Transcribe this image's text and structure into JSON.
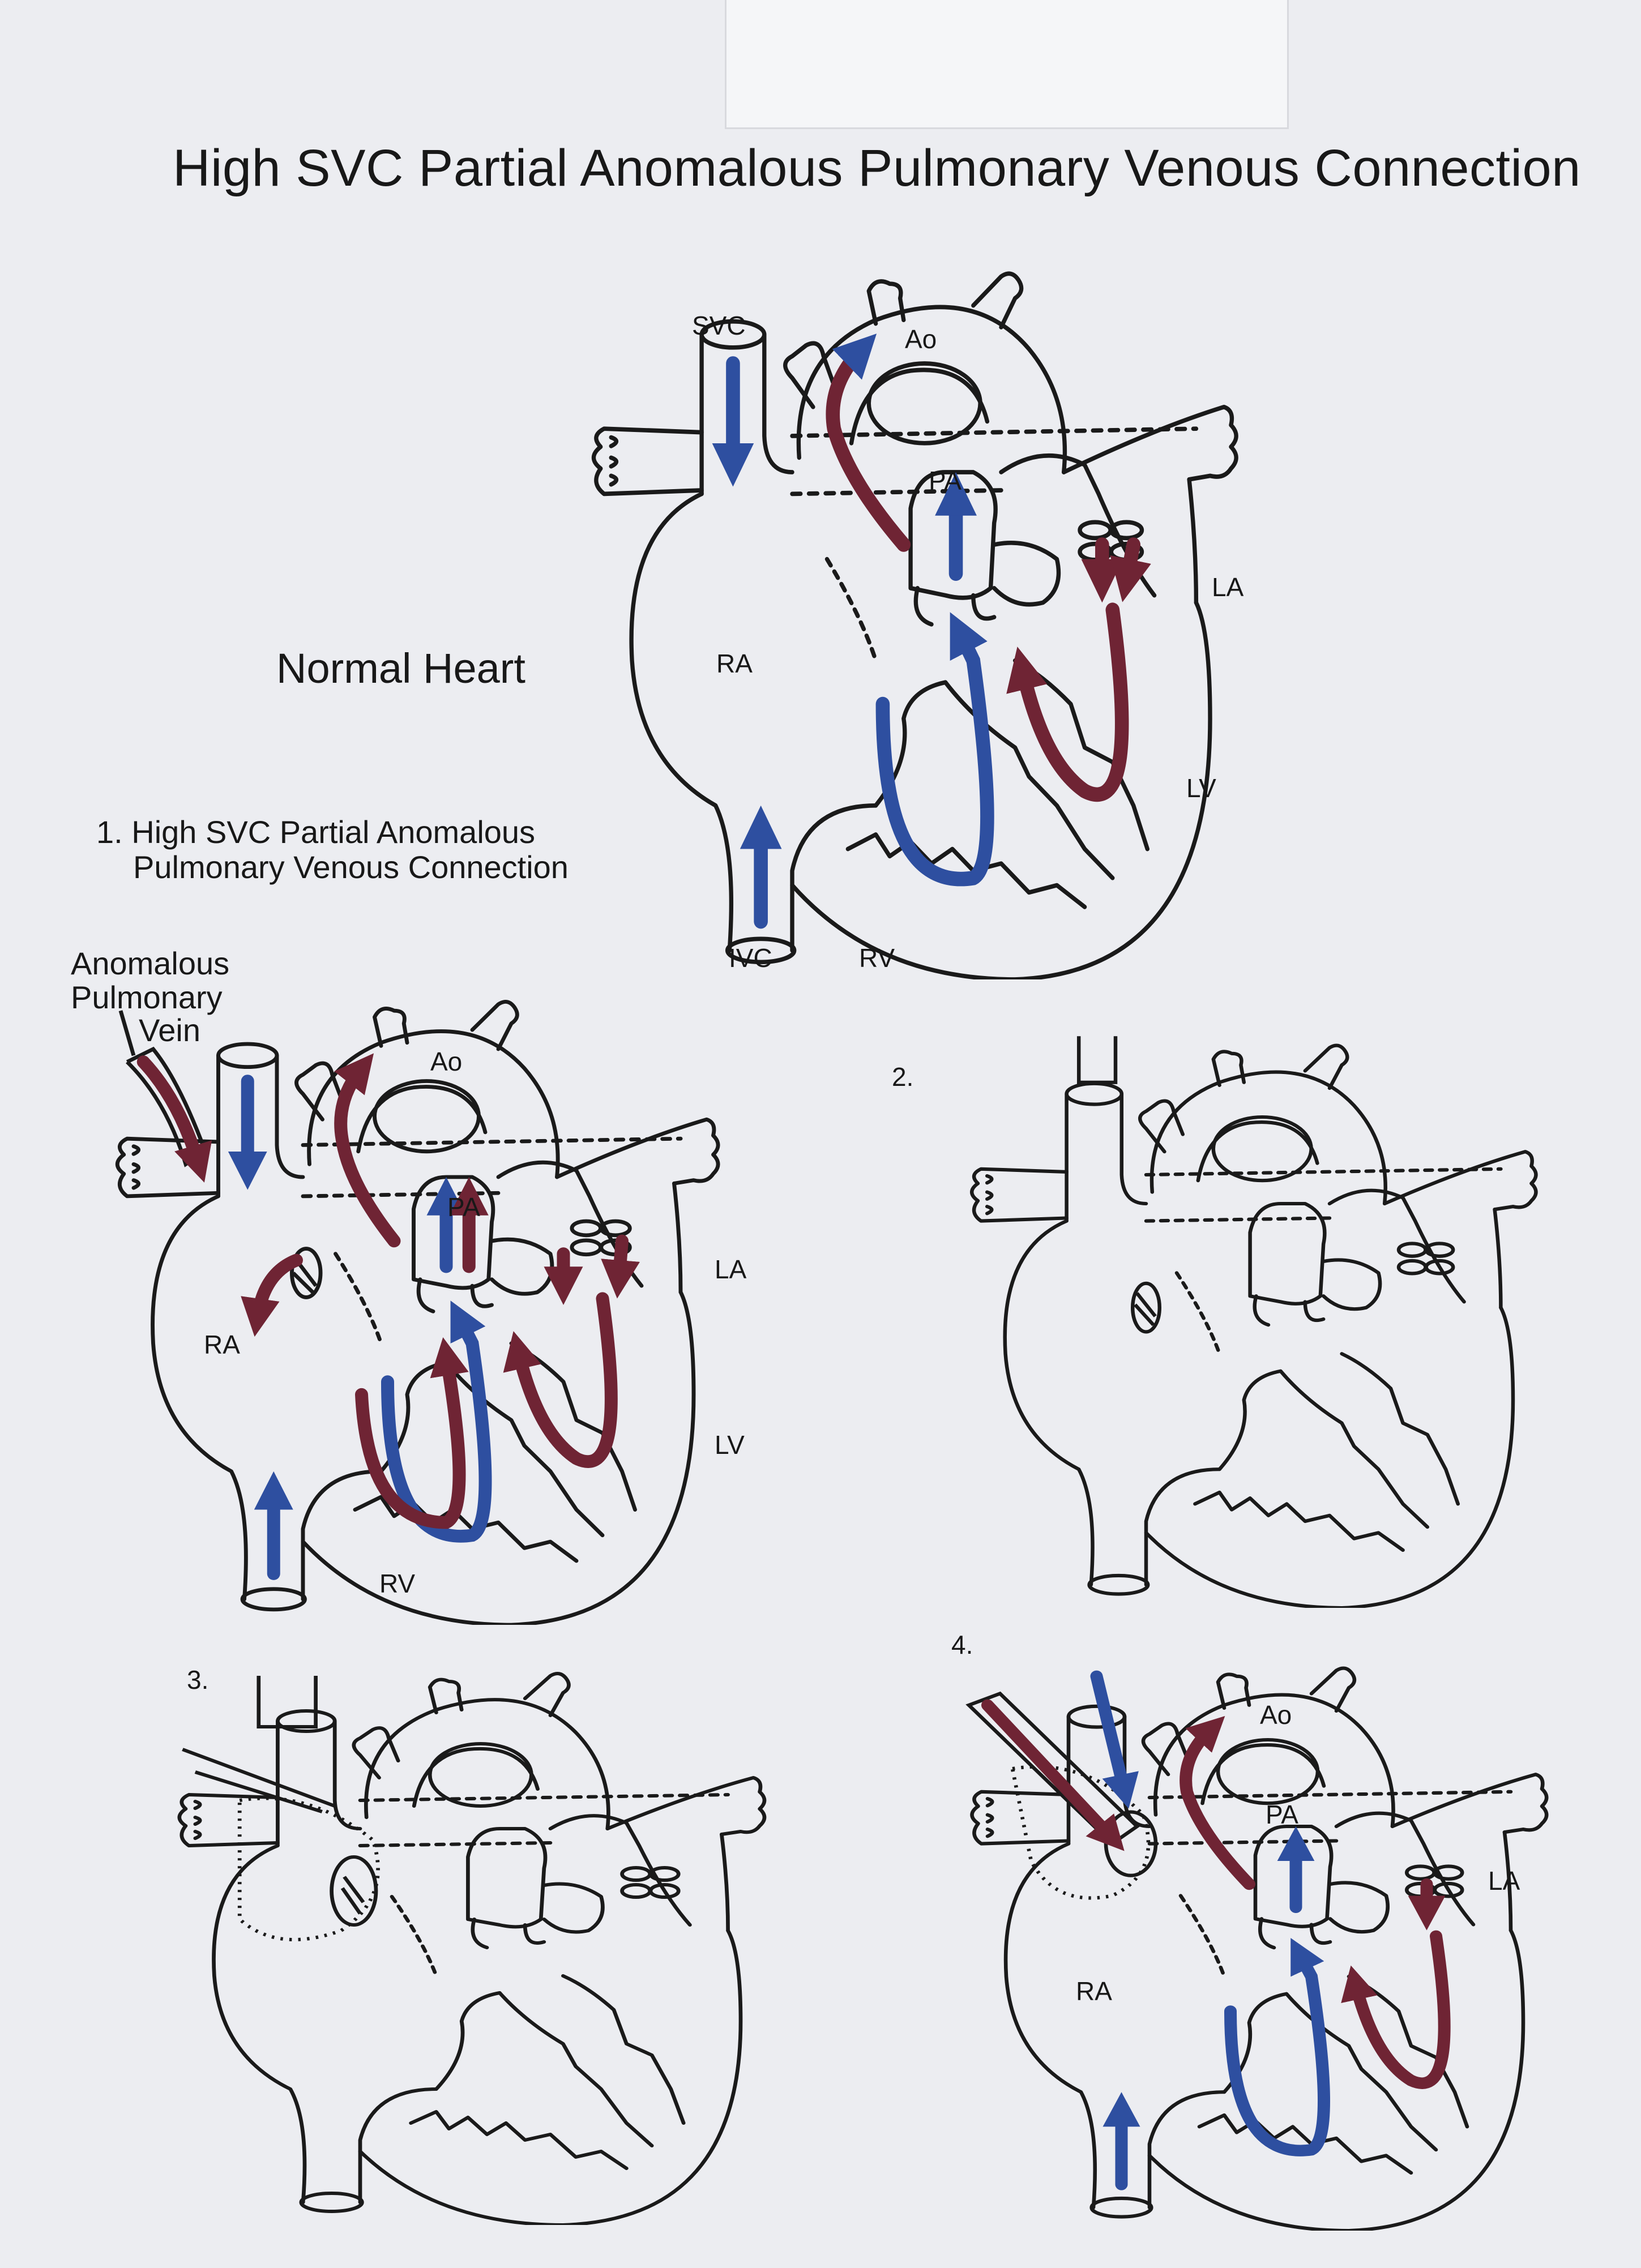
{
  "title": "High SVC Partial Anomalous Pulmonary Venous Connection",
  "normal_heart": {
    "heading": "Normal Heart",
    "labels": {
      "svc": "SVC",
      "ao": "Ao",
      "pa": "PA",
      "ra": "RA",
      "la": "LA",
      "lv": "LV",
      "ivc": "IVC",
      "rv": "RV"
    }
  },
  "panel1": {
    "caption_line1": "1. High SVC Partial Anomalous",
    "caption_line2": "Pulmonary Venous Connection",
    "vein_label_line1": "Anomalous",
    "vein_label_line2": "Pulmonary",
    "vein_label_line3": "Vein",
    "labels": {
      "ao": "Ao",
      "pa": "PA",
      "ra": "RA",
      "la": "LA",
      "lv": "LV",
      "rv": "RV"
    }
  },
  "panel2": {
    "number": "2."
  },
  "panel3": {
    "number": "3."
  },
  "panel4": {
    "number": "4.",
    "labels": {
      "ao": "Ao",
      "pa": "PA",
      "ra": "RA",
      "la": "LA"
    }
  },
  "colors": {
    "deoxygenated": "#2e4fa0",
    "oxygenated": "#7a2a3c",
    "line": "#1a1a1a",
    "paper": "#ecedf1"
  }
}
